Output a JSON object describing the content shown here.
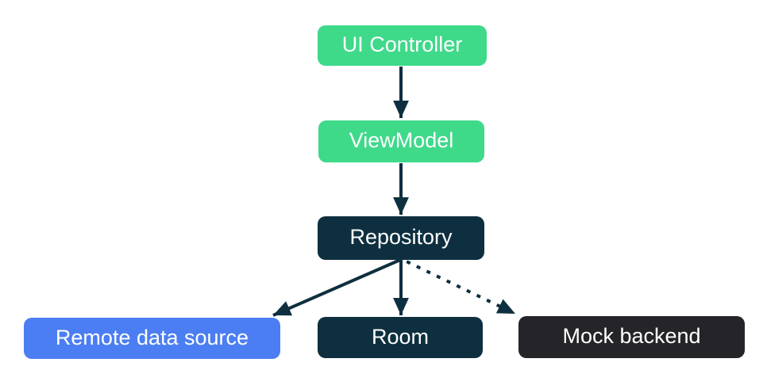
{
  "diagram": {
    "background_color": "#ffffff",
    "arrow_color": "#0e2f3f",
    "text_color": "#ffffff",
    "nodes": [
      {
        "id": "ui-controller",
        "label": "UI Controller",
        "color": "#3fd98a"
      },
      {
        "id": "viewmodel",
        "label": "ViewModel",
        "color": "#3fd98a"
      },
      {
        "id": "repository",
        "label": "Repository",
        "color": "#0e2f3f"
      },
      {
        "id": "remote-data-source",
        "label": "Remote data source",
        "color": "#4b7ef2"
      },
      {
        "id": "room",
        "label": "Room",
        "color": "#0e2f3f"
      },
      {
        "id": "mock-backend",
        "label": "Mock backend",
        "color": "#252529"
      }
    ],
    "edges": [
      {
        "from": "ui-controller",
        "to": "viewmodel",
        "style": "solid"
      },
      {
        "from": "viewmodel",
        "to": "repository",
        "style": "solid"
      },
      {
        "from": "repository",
        "to": "remote-data-source",
        "style": "solid"
      },
      {
        "from": "repository",
        "to": "room",
        "style": "solid"
      },
      {
        "from": "repository",
        "to": "mock-backend",
        "style": "dotted"
      }
    ]
  }
}
